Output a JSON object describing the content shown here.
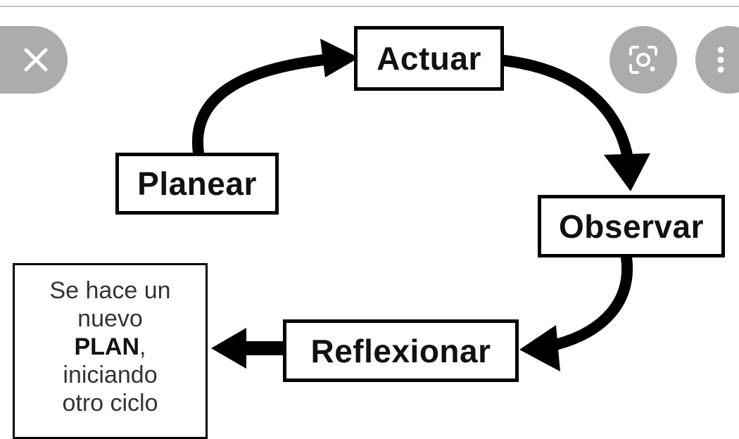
{
  "diagram": {
    "nodes": {
      "actuar": "Actuar",
      "planear": "Planear",
      "observar": "Observar",
      "reflexionar": "Reflexionar"
    },
    "note": {
      "line1": "Se hace un",
      "line2": "nuevo",
      "line3_bold": "PLAN",
      "line3_punct": ",",
      "line4": "iniciando",
      "line5": "otro ciclo"
    }
  },
  "overlay": {
    "close_icon": "close-icon",
    "lens_icon": "lens-search-icon",
    "more_icon": "more-vertical-icon",
    "button_color": "#8c8c8c"
  }
}
